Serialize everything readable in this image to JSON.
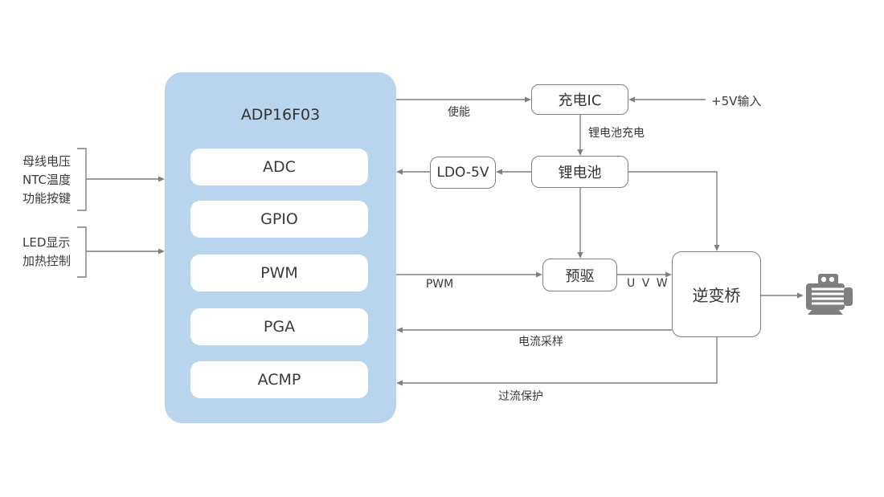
{
  "mcu": {
    "title": "ADP16F03",
    "modules": [
      "ADC",
      "GPIO",
      "PWM",
      "PGA",
      "ACMP"
    ]
  },
  "left_inputs": {
    "group1": {
      "lines": [
        "母线电压",
        "NTC温度",
        "功能按键"
      ]
    },
    "group2": {
      "lines": [
        "LED显示",
        "加热控制"
      ]
    }
  },
  "blocks": {
    "charger": "充电IC",
    "battery": "锂电池",
    "ldo": "LDO-5V",
    "predriver": "预驱",
    "inverter": "逆变桥"
  },
  "edge_labels": {
    "enable": "使能",
    "vin": "+5V输入",
    "battery_charge": "锂电池充电",
    "pwm": "PWM",
    "uvw": "U V W",
    "current_sample": "电流采样",
    "overcurrent": "过流保护"
  },
  "icons": {
    "motor": "motor-icon"
  },
  "colors": {
    "mcu_fill": "#b9d4ed",
    "wire": "#7f7f7f",
    "text": "#3a3a3a",
    "block_bg": "#ffffff"
  }
}
